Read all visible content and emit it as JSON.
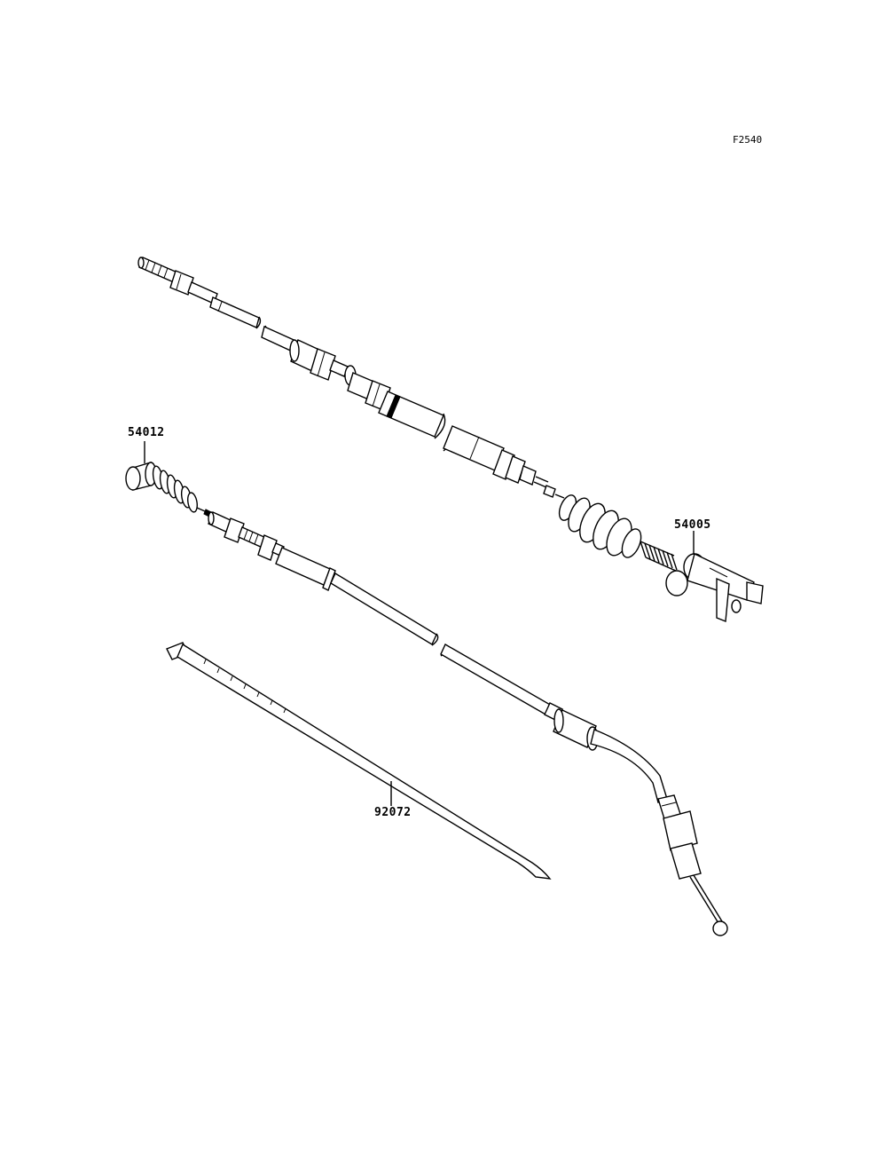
{
  "figure": {
    "code": "F2540"
  },
  "parts": [
    {
      "id": "54012"
    },
    {
      "id": "54005"
    },
    {
      "id": "92072"
    }
  ]
}
